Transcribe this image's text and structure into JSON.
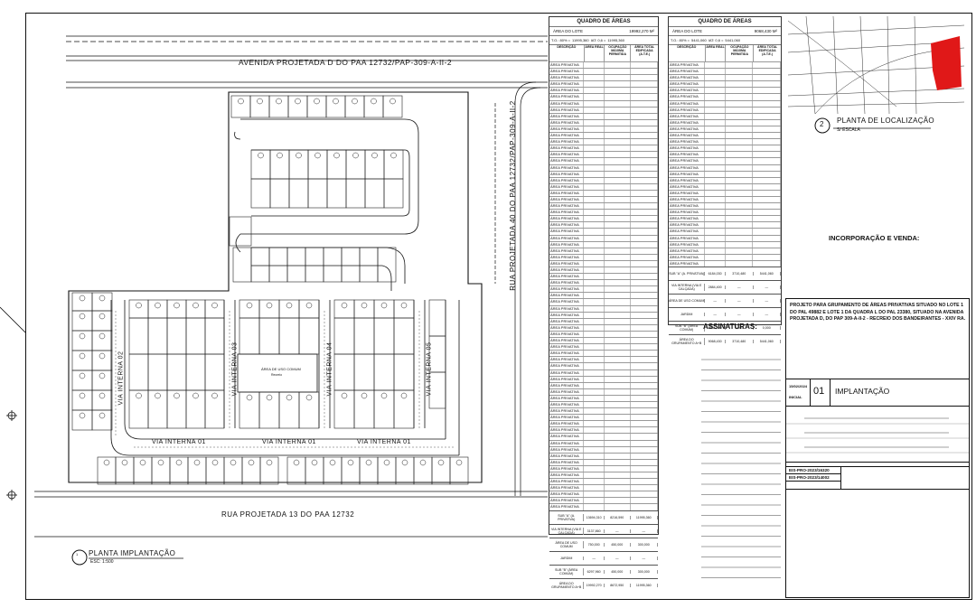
{
  "roads": {
    "top": "AVENIDA PROJETADA D DO PAA 12732/PAP-309-A-II-2",
    "right": "RUA PROJETADA 40 DO PAA 12732/PAP-309-A-II-2",
    "bottom": "RUA PROJETADA 13 DO PAA 12732",
    "via1a": "VIA INTERNA 01",
    "via1b": "VIA INTERNA 01",
    "via1c": "VIA INTERNA 01",
    "via2": "VIA INTERNA 02",
    "via3": "VIA INTERNA 03",
    "via4": "VIA INTERNA 04",
    "via5": "VIA INTERNA 05",
    "common_area": "ÁREA DE USO COMUM",
    "common_sub": "Recreio"
  },
  "plan_title": {
    "number": "1",
    "title": "PLANTA IMPLANTAÇÃO",
    "scale": "ESC: 1:500"
  },
  "table1": {
    "title": "QUADRO DE ÁREAS",
    "lot_label": "ÁREA DO LOTE",
    "lot_value": "19992,270 M²",
    "to_label": "T.O.: 80% =",
    "to_value": "11995,360",
    "iat_label": "IAT: 0,6 =",
    "iat_value": "11995,360",
    "headers": [
      "DESCRIÇÃO",
      "ÁREA REAL",
      "OCUPAÇÃO MÁXIMA PERMITIDA",
      "ÁREA TOTAL EDIFICADA (A.T.E.)"
    ],
    "row_label": "ÁREA PRIVATIVA",
    "footer": [
      {
        "label": "SUB \"A\" (A. PRIVATIVA)",
        "v1": "13694,310",
        "v2": "8216,590",
        "v3": "11995,360"
      },
      {
        "label": "VIA INTERNA (VIA E CALÇADA)",
        "v1": "3137,860",
        "v2": "—",
        "v3": "—"
      },
      {
        "label": "ÁREA DE USO COMUM",
        "v1": "750,000",
        "v2": "450,000",
        "v3": "300,000"
      },
      {
        "label": "JARDIM",
        "v1": "—",
        "v2": "—",
        "v3": "—"
      },
      {
        "label": "SUB \"B\" (ÁREA COMUM)",
        "v1": "6297,960",
        "v2": "450,000",
        "v3": "300,000"
      },
      {
        "label": "ÁREA DO GRUPAMENTO A+B",
        "v1": "19992,270",
        "v2": "8672,950",
        "v3": "11995,360"
      }
    ]
  },
  "table2": {
    "title": "QUADRO DE ÁREAS",
    "lot_label": "ÁREA DO LOTE",
    "lot_value": "9068,430 M²",
    "to_label": "T.O.: 80% =",
    "to_value": "5441,060",
    "iat_label": "IAT: 0,6 =",
    "iat_value": "5441,060",
    "headers": [
      "DESCRIÇÃO",
      "ÁREA REAL",
      "OCUPAÇÃO MÁXIMA PERMITIDA",
      "ÁREA TOTAL EDIFICADA (A.T.E.)"
    ],
    "row_label": "ÁREA PRIVATIVA",
    "footer": [
      {
        "label": "SUB \"A\" (A. PRIVATIVA)",
        "v1": "6184,030",
        "v2": "3710,480",
        "v3": "5441,060"
      },
      {
        "label": "VIA INTERNA (VIA E CALÇADA)",
        "v1": "2884,400",
        "v2": "—",
        "v3": "—"
      },
      {
        "label": "ÁREA DE USO COMUM",
        "v1": "—",
        "v2": "—",
        "v3": "—"
      },
      {
        "label": "JARDIM",
        "v1": "—",
        "v2": "—",
        "v3": "—"
      },
      {
        "label": "SUB \"B\" (ÁREA COMUM)",
        "v1": "2884,400",
        "v2": "0,000",
        "v3": "0,000"
      },
      {
        "label": "ÁREA DO GRUPAMENTO A+B",
        "v1": "9068,430",
        "v2": "3710,480",
        "v3": "5441,060"
      }
    ]
  },
  "signatures": "ASSINATURAS:",
  "location": {
    "number": "2",
    "title": "PLANTA DE LOCALIZAÇÃO",
    "scale": "S/ ESCALA"
  },
  "incorporacao": "INCORPORAÇÃO E VENDA:",
  "project": "PROJETO PARA GRUPAMENTO DE ÁREAS PRIVATIVAS SITUADO NO LOTE 1 DO PAL 49882 E LOTE 1 DA QUADRA L DO PAL 23380, SITUADO NA AVENIDA PROJETADA D, DO PAP 309-A-II-2 - RECREIO DOS BANDEIRANTES - XXIV RA.",
  "stamp": {
    "date": "15/02/2024",
    "phase": "INICIAL",
    "sheet": "01",
    "sheet_title": "IMPLANTAÇÃO",
    "process1": "EIS-PRO-2023/16320",
    "process2": "EIS-PRO-2023/14002"
  },
  "colors": {
    "line": "#111111",
    "map_highlight": "#e01818",
    "road_hatch": "#555555"
  }
}
